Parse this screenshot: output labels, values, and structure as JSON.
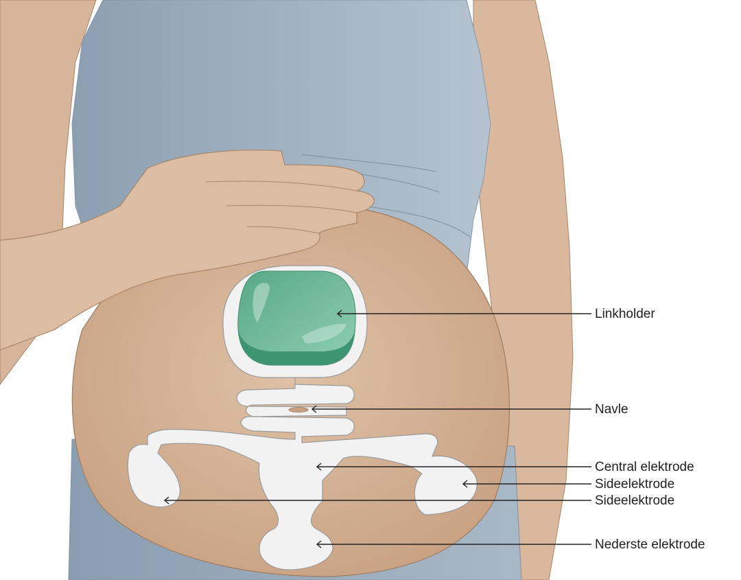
{
  "labels": {
    "linkholder": "Linkholder",
    "navle": "Navle",
    "central": "Central elektrode",
    "side_right": "Sideelektrode",
    "side_left": "Sideelektrode",
    "bottom": "Nederste elektrode"
  },
  "colors": {
    "skin": "#d8b79c",
    "belly": "#d3ad8d",
    "shirt": "#9fb1c1",
    "pants": "#95a7ba",
    "linkholder": "#5fb58f",
    "patch": "#eeeeee"
  }
}
